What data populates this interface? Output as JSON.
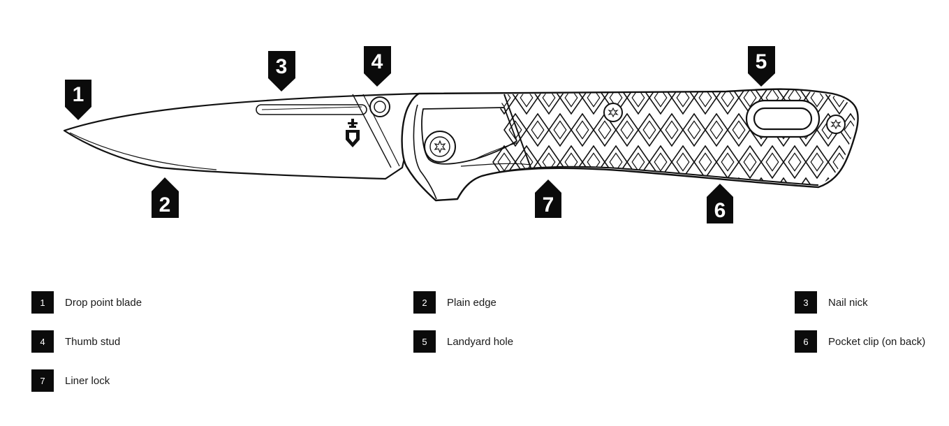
{
  "parts": [
    {
      "number": "1",
      "label": "Drop point blade"
    },
    {
      "number": "2",
      "label": "Plain edge"
    },
    {
      "number": "3",
      "label": "Nail nick"
    },
    {
      "number": "4",
      "label": "Thumb stud"
    },
    {
      "number": "5",
      "label": "Landyard hole"
    },
    {
      "number": "6",
      "label": "Pocket clip (on back)"
    },
    {
      "number": "7",
      "label": "Liner lock"
    }
  ],
  "colors": {
    "ink": "#0b0b0b",
    "background": "#ffffff"
  },
  "icons": [
    "knife-illustration",
    "gerber-logo-icon",
    "torx-screw-icon"
  ]
}
